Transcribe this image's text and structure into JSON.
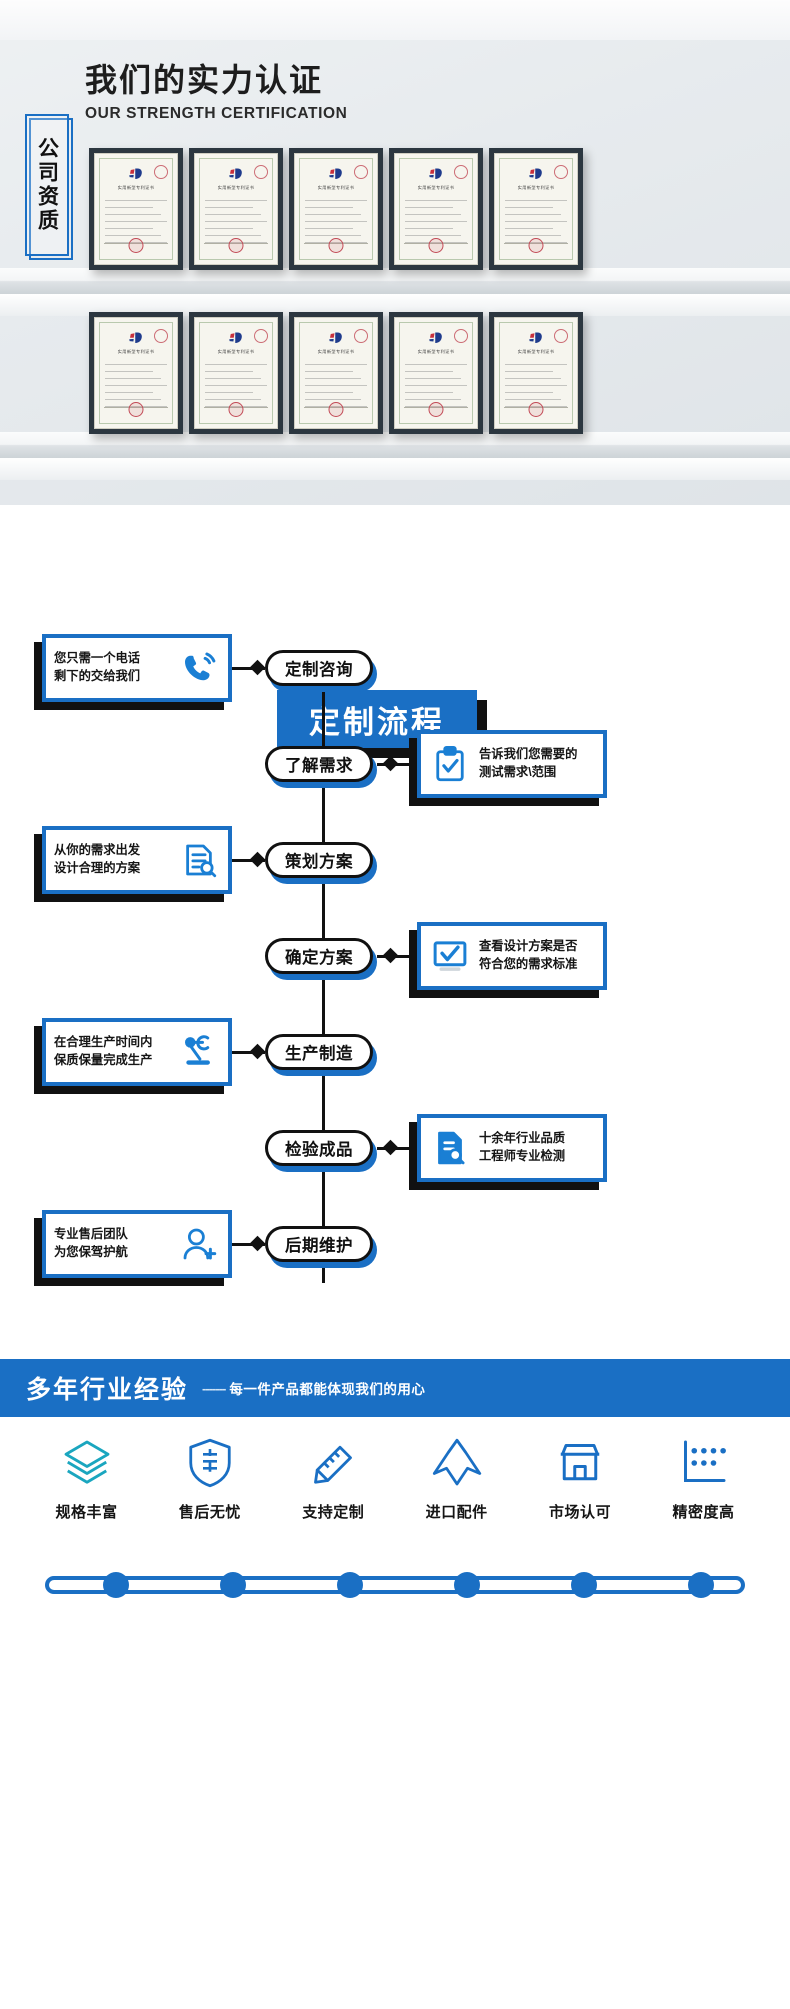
{
  "cert": {
    "title_cn": "我们的实力认证",
    "title_en": "OUR STRENGTH CERTIFICATION",
    "vertical_label": "公司资质",
    "accent": "#1a6fc4",
    "certificates": [
      {
        "caption": "实用新型专利证书"
      },
      {
        "caption": "实用新型专利证书"
      },
      {
        "caption": "实用新型专利证书"
      },
      {
        "caption": "实用新型专利证书"
      },
      {
        "caption": "实用新型专利证书"
      },
      {
        "caption": "实用新型专利证书"
      },
      {
        "caption": "实用新型专利证书"
      },
      {
        "caption": "实用新型专利证书"
      },
      {
        "caption": "实用新型专利证书"
      },
      {
        "caption": "实用新型专利证书"
      }
    ]
  },
  "flow": {
    "title": "定制流程",
    "steps": [
      {
        "label": "定制咨询"
      },
      {
        "label": "了解需求"
      },
      {
        "label": "策划方案"
      },
      {
        "label": "确定方案"
      },
      {
        "label": "生产制造"
      },
      {
        "label": "检验成品"
      },
      {
        "label": "后期维护"
      }
    ],
    "cards": [
      {
        "side": "left",
        "step": 0,
        "text": "您只需一个电话\n剩下的交给我们",
        "icon": "phone-ring-icon"
      },
      {
        "side": "right",
        "step": 1,
        "text": "告诉我们您需要的\n测试需求\\范围",
        "icon": "clipboard-check-icon"
      },
      {
        "side": "left",
        "step": 2,
        "text": "从你的需求出发\n设计合理的方案",
        "icon": "document-search-icon"
      },
      {
        "side": "right",
        "step": 3,
        "text": "查看设计方案是否\n符合您的需求标准",
        "icon": "monitor-check-icon"
      },
      {
        "side": "left",
        "step": 4,
        "text": "在合理生产时间内\n保质保量完成生产",
        "icon": "robot-arm-icon"
      },
      {
        "side": "right",
        "step": 5,
        "text": "十余年行业品质\n工程师专业检测",
        "icon": "file-inspect-icon"
      },
      {
        "side": "left",
        "step": 6,
        "text": "专业售后团队\n为您保驾护航",
        "icon": "support-agent-icon"
      }
    ]
  },
  "bottom": {
    "band_title": "多年行业经验",
    "band_dash": "-------",
    "band_sub": "每一件产品都能体现我们的用心",
    "features": [
      {
        "label": "规格丰富",
        "icon": "layers-icon"
      },
      {
        "label": "售后无忧",
        "icon": "shield-sale-icon"
      },
      {
        "label": "支持定制",
        "icon": "ruler-pencil-icon"
      },
      {
        "label": "进口配件",
        "icon": "airplane-icon"
      },
      {
        "label": "市场认可",
        "icon": "storefront-icon"
      },
      {
        "label": "精密度高",
        "icon": "precision-dots-icon"
      }
    ],
    "progress_dots": 6
  }
}
